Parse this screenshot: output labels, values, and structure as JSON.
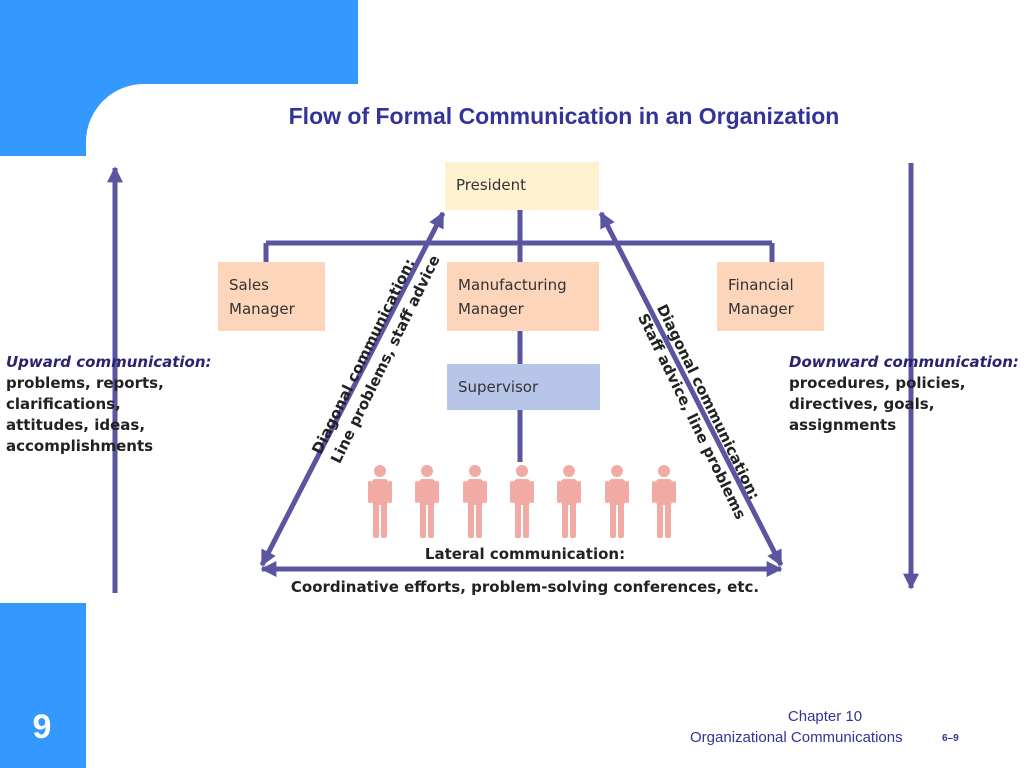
{
  "slide": {
    "title": "Flow of Formal Communication in an Organization",
    "page_number": "9",
    "footer_chapter": "Chapter 10",
    "footer_subtitle": "Organizational Communications",
    "footer_code": "6–9"
  },
  "colors": {
    "accent_blue": "#3399ff",
    "title_navy": "#333399",
    "arrow_purple": "#5b55a1",
    "president_box": "#fdf1cf",
    "manager_box": "#fcd5bb",
    "supervisor_box": "#b7c6e8",
    "person_figure": "#f2aaa5"
  },
  "org": {
    "president": "President",
    "sales_line1": "Sales",
    "sales_line2": "Manager",
    "mfg_line1": "Manufacturing",
    "mfg_line2": "Manager",
    "fin_line1": "Financial",
    "fin_line2": "Manager",
    "supervisor": "Supervisor",
    "worker_count": 7
  },
  "upward": {
    "heading": "Upward communication:",
    "lines": [
      "problems, reports,",
      "clarifications,",
      "attitudes, ideas,",
      "accomplishments"
    ]
  },
  "downward": {
    "heading": "Downward communication:",
    "lines": [
      "procedures, policies,",
      "directives, goals,",
      "assignments"
    ]
  },
  "diagonal_left": {
    "line1": "Diagonal communication:",
    "line2": "Line problems, staff advice"
  },
  "diagonal_right": {
    "line1": "Diagonal communication:",
    "line2": "Staff advice, line problems"
  },
  "lateral": {
    "title": "Lateral communication:",
    "description": "Coordinative efforts, problem-solving conferences, etc."
  }
}
